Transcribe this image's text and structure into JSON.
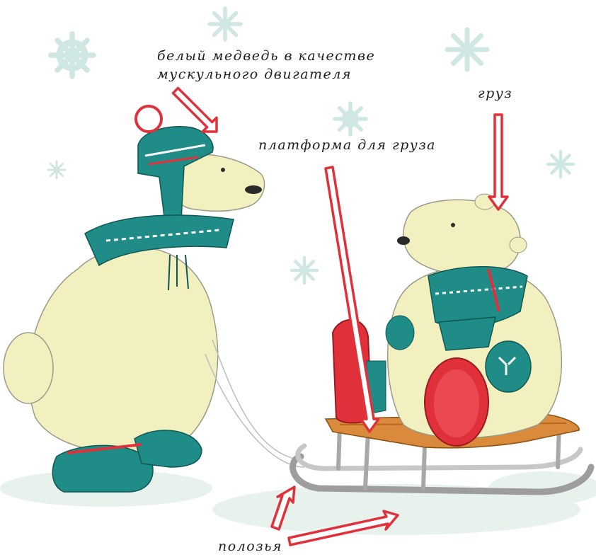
{
  "labels": {
    "motor": [
      "белый медведь в качестве",
      "мускульного двигателя"
    ],
    "platform": "платформа для груза",
    "cargo": "груз",
    "runners": "полозья"
  },
  "colors": {
    "teal": "#1f8c87",
    "red": "#e0313a",
    "cream": "#f3f0bf",
    "wood": "#d98a3a",
    "steel": "#b9b9b9",
    "snow": "#cfe7e2"
  }
}
